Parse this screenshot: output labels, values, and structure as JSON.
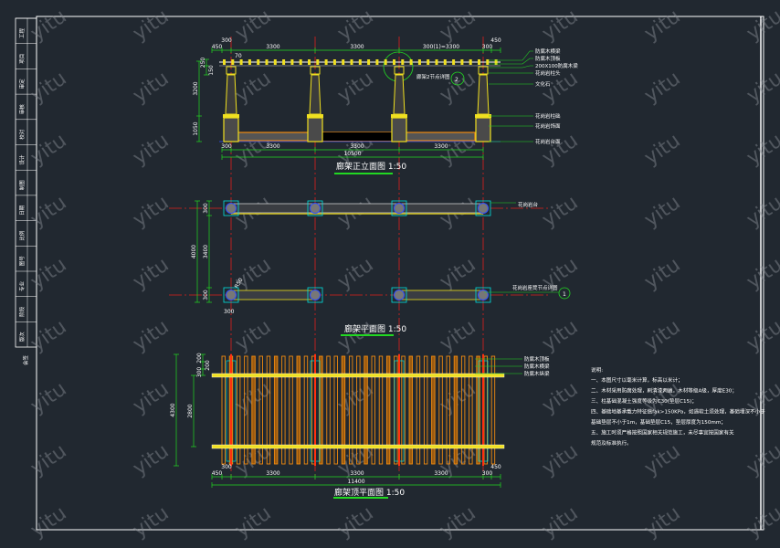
{
  "watermark": "yitu",
  "colors": {
    "background": "#212830",
    "axis": "#e0201c",
    "dim": "#22d822",
    "beam": "#f0e020",
    "batten": "#f08a10",
    "post": "#00e0e0",
    "column": "#3050ff"
  },
  "elevation": {
    "title": "廊架正立面图 1:50",
    "top_dims": [
      "450",
      "300",
      "3300",
      "3300",
      "300(1)=3300",
      "300",
      "450"
    ],
    "spacing_label": "70",
    "left_dims": [
      "3200",
      "1050",
      "150",
      "250"
    ],
    "bottom_dims": [
      "300",
      "3300",
      "3300",
      "3300"
    ],
    "total_dim": "10500",
    "detail_label": "廊架2节点详图",
    "detail_number": "2",
    "callouts": [
      "防腐木横梁",
      "防腐木顶板",
      "200X100防腐木梁",
      "花岗岩柱头",
      "文化石",
      "花岗岩柱础",
      "花岗岩饰面",
      "花岗岩台面"
    ]
  },
  "plan": {
    "title": "廊架平面图 1:50",
    "left_dims": [
      "300",
      "3400",
      "4000",
      "300"
    ],
    "bottom_dim": "300",
    "corner_dim": "R50",
    "callouts": [
      "花岗岩台",
      "花岗岩座凳节点详图"
    ],
    "detail_number": "1"
  },
  "roof_plan": {
    "title": "廊架顶平面图 1:50",
    "left_dims": [
      "4300",
      "2800",
      "300",
      "200",
      "200"
    ],
    "bottom_dims": [
      "450",
      "300",
      "3300",
      "3300",
      "3300",
      "300",
      "450"
    ],
    "total_dim": "11400",
    "callouts": [
      "防腐木顶板",
      "防腐木横梁",
      "防腐木纵梁"
    ]
  },
  "notes": {
    "heading": "说明:",
    "lines": [
      "一、本图尺寸以毫米计算，标高以米计；",
      "二、木材采用防腐处理，刷清漆两遍，木材等级A级，厚度E30；",
      "三、柱基础混凝土强度等级为C30(垫层C15)；",
      "四、基础地基承载力特征值fak>150KPa，如遇软土须处理，基础埋深不小于",
      "    基础垫层不小于1m，基础垫层C15，垫层厚度为150mm；",
      "五、施工时须严格按照国家相关规范施工，未尽事宜按国家有关",
      "    规范及标准执行。"
    ]
  },
  "title_strip": {
    "cells": [
      "工程",
      "项目",
      "审定",
      "审核",
      "校对",
      "设计",
      "制图",
      "日期",
      "比例",
      "图号",
      "专业",
      "阶段",
      "版次"
    ],
    "footer": "会签"
  }
}
